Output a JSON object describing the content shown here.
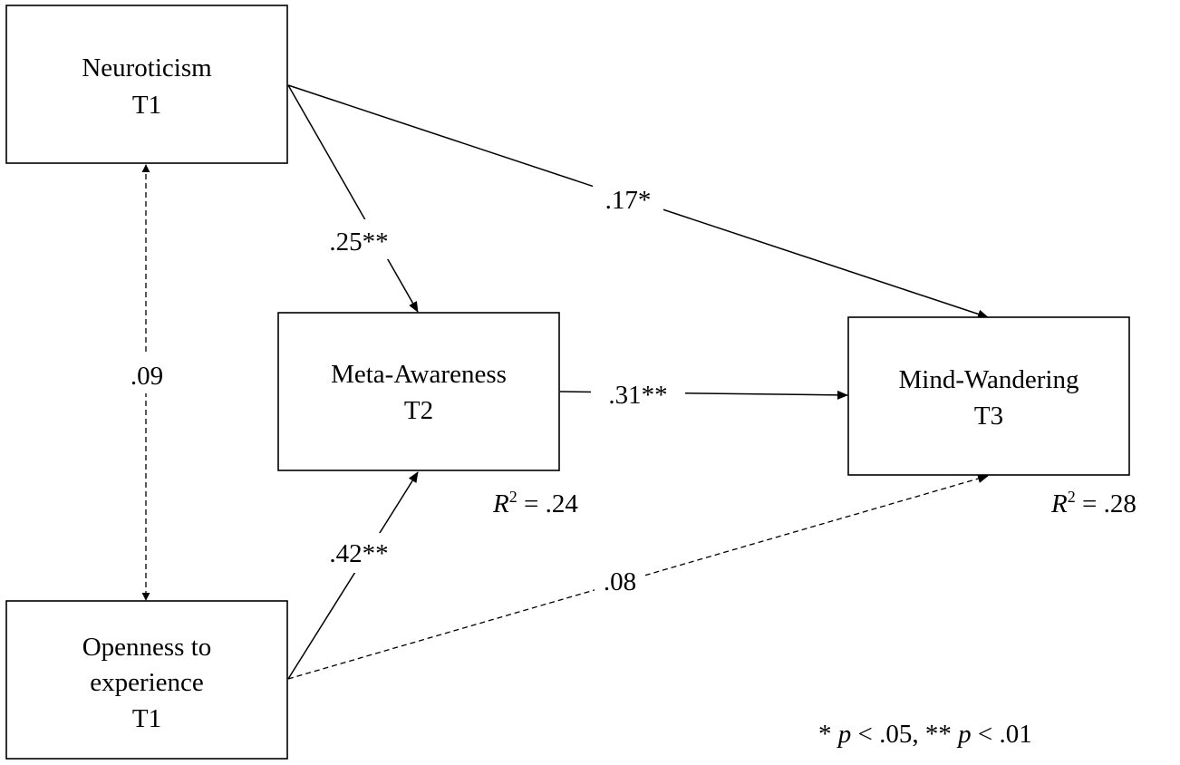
{
  "nodes": {
    "neuroticism": {
      "line1": "Neuroticism",
      "line2": "T1"
    },
    "openness": {
      "line1": "Openness to",
      "line2": "experience",
      "line3": "T1"
    },
    "meta_awareness": {
      "line1": "Meta-Awareness",
      "line2": "T2"
    },
    "mind_wandering": {
      "line1": "Mind-Wandering",
      "line2": "T3"
    }
  },
  "paths": {
    "neuroticism_to_meta_awareness": ".25**",
    "neuroticism_to_mind_wandering": ".17*",
    "meta_awareness_to_mind_wandering": ".31**",
    "openness_to_meta_awareness": ".42**",
    "openness_to_mind_wandering": ".08",
    "neuroticism_openness_correlation": ".09"
  },
  "r_squared": {
    "meta_awareness": {
      "symbol": "R",
      "exponent": "2",
      "value": " = .24"
    },
    "mind_wandering": {
      "symbol": "R",
      "exponent": "2",
      "value": " = .28"
    }
  },
  "note": {
    "part1": "* ",
    "p1": "p",
    "part2": " < .05, ** ",
    "p2": "p",
    "part3": " < .01"
  },
  "line_styles": {
    "significant": "solid",
    "non_significant": "dashed"
  }
}
